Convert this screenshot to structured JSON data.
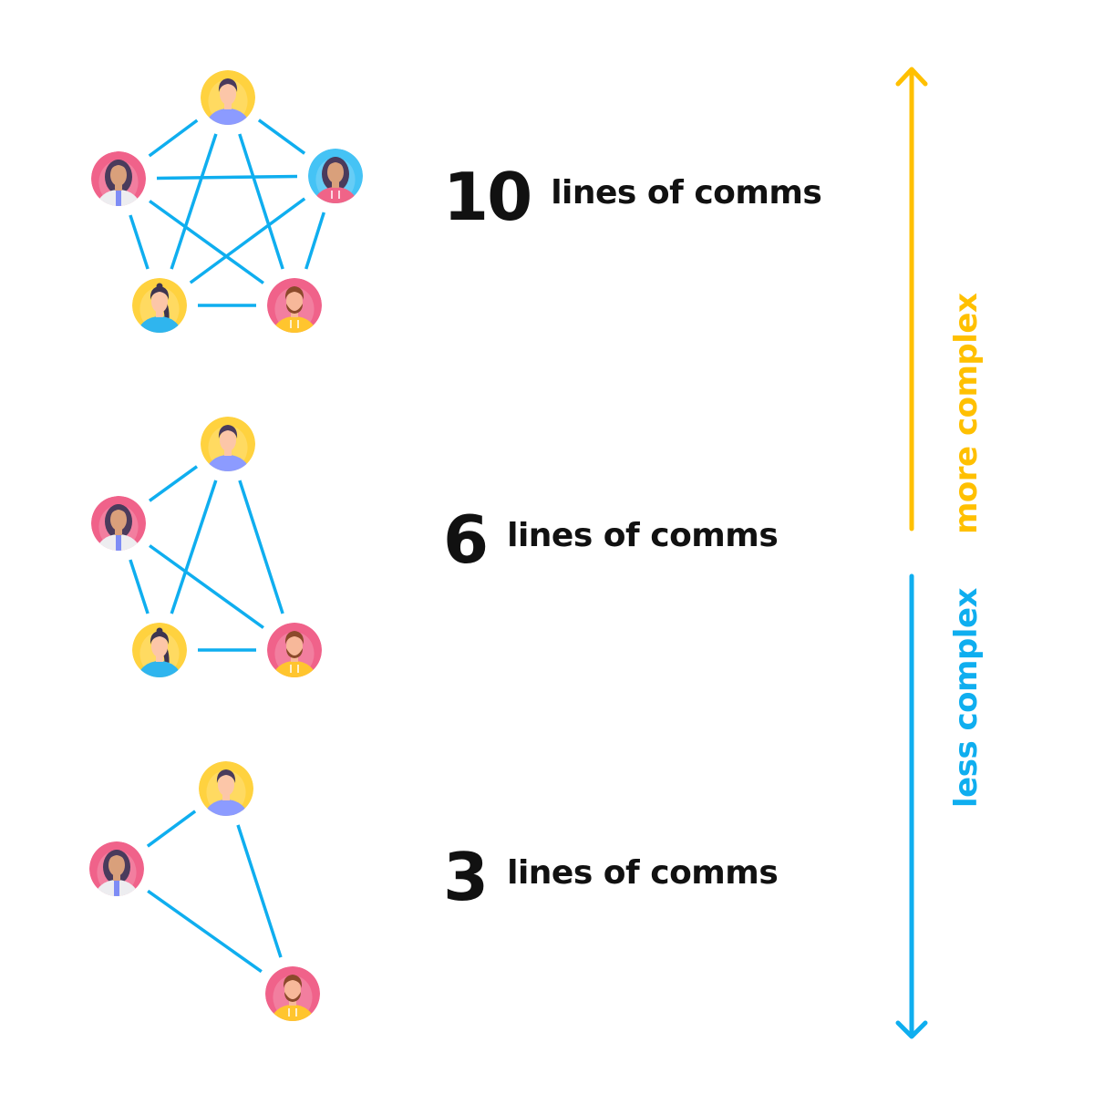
{
  "colors": {
    "line": "#0FAEEF",
    "more_complex": "#FFC000",
    "less_complex": "#0FAEEF",
    "text": "#111111"
  },
  "people": [
    {
      "id": "man-blue-shirt",
      "bg": "#FFD23F",
      "hair": "#4A3B5C",
      "skin": "#FCC6A8",
      "shirt": "#8C9BFF"
    },
    {
      "id": "woman-white-coat",
      "bg": "#F0628A",
      "hair": "#4A3B5C",
      "skin": "#D9A07B",
      "shirt": "#EDEDF0"
    },
    {
      "id": "woman-pink-hoodie",
      "bg": "#45C3F5",
      "hair": "#4A3B5C",
      "skin": "#D9A07B",
      "shirt": "#F06488"
    },
    {
      "id": "woman-ponytail",
      "bg": "#FFD23F",
      "hair": "#3E3550",
      "skin": "#FCC6A8",
      "shirt": "#2FB5EE"
    },
    {
      "id": "bearded-man",
      "bg": "#F0628A",
      "hair": "#8B4A2B",
      "skin": "#F7B89A",
      "shirt": "#FFC52E"
    }
  ],
  "groups": [
    {
      "count": "10",
      "label": "lines of comms",
      "members": [
        "man-blue-shirt",
        "woman-white-coat",
        "woman-pink-hoodie",
        "woman-ponytail",
        "bearded-man"
      ],
      "links": [
        [
          0,
          1
        ],
        [
          0,
          2
        ],
        [
          0,
          3
        ],
        [
          0,
          4
        ],
        [
          1,
          2
        ],
        [
          1,
          3
        ],
        [
          1,
          4
        ],
        [
          2,
          3
        ],
        [
          2,
          4
        ],
        [
          3,
          4
        ]
      ]
    },
    {
      "count": "6",
      "label": "lines of comms",
      "members": [
        "man-blue-shirt",
        "woman-white-coat",
        "woman-ponytail",
        "bearded-man"
      ],
      "links": [
        [
          0,
          1
        ],
        [
          0,
          2
        ],
        [
          0,
          3
        ],
        [
          1,
          2
        ],
        [
          1,
          3
        ],
        [
          2,
          3
        ]
      ]
    },
    {
      "count": "3",
      "label": "lines of comms",
      "members": [
        "man-blue-shirt",
        "woman-white-coat",
        "bearded-man"
      ],
      "links": [
        [
          0,
          1
        ],
        [
          0,
          2
        ],
        [
          1,
          2
        ]
      ]
    }
  ],
  "scale": {
    "up_label": "more complex",
    "down_label": "less complex"
  }
}
